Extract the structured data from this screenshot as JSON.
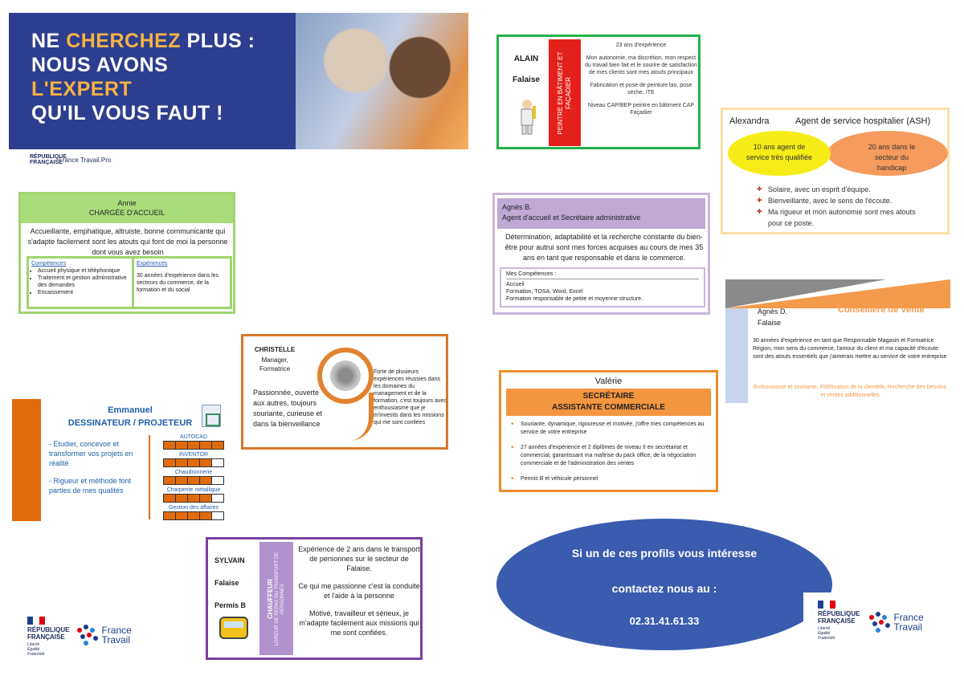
{
  "banner": {
    "line1_a": "NE ",
    "line1_b": "CHERCHEZ",
    "line1_c": " PLUS :",
    "line2": "NOUS AVONS",
    "line3": "L'EXPERT",
    "line4": "QU'IL VOUS FAUT !",
    "gov": "RÉPUBLIQUE FRANÇAISE",
    "logo": "France Travail.Pro"
  },
  "alain": {
    "name": "ALAIN",
    "city": "Falaise",
    "vertical": "PEINTRE EN BÂTIMENT ET FAÇADIER",
    "p1": "23 ans d'expérience",
    "p2": "Mon autonomie, ma discrétion, mon respect du travail bien fait et le sourire de satisfaction de mes clients sont mes atouts principaux",
    "p3": "Fabrication et pose de peinture bio, pose sèche, ITE",
    "p4": "Niveau CAP/BEP peintre en bâtiment CAP Façadier"
  },
  "alexandra": {
    "name": "Alexandra",
    "role": "Agent de service hospitalier (ASH)",
    "bubble1": "10 ans agent de service très qualifiée",
    "bubble2": "20 ans dans le secteur du handicap",
    "items": [
      "Solaire,  avec un esprit d'équipe.",
      "Bienveillante, avec le sens de l'écoute.",
      "Ma rigueur et mon autonomie sont mes atouts pour ce poste."
    ]
  },
  "annie": {
    "name": "Annie",
    "role": "CHARGÉE D'ACCUEIL",
    "desc": "Accueillante, emphatique, altruiste, bonne communicante qui s'adapte facilement sont les atouts qui font de moi la personne dont vous avez besoin",
    "comp_title": "Compétences",
    "comp": [
      "Accueil physique et téléphonique",
      "Traitement et gestion administrative des demandes",
      "Encaissement"
    ],
    "exp_title": "Expériences",
    "exp": "30 années d'expérience dans les secteurs du commerce, de la formation et du social"
  },
  "agnesb": {
    "name": "Agnès B.",
    "role": "Agent d'accueil et Secrétaire administrative",
    "desc": "Détermination, adaptabilité et la recherche constante du bien-être pour autrui sont mes forces acquises au cours de mes 35 ans en tant que responsable et dans le commerce.",
    "comp_title": "Mes Compétences :",
    "comp": [
      "Accueil",
      "Formation, TOSA, Word, Excel",
      "Formation responsable de petite et moyenne structure."
    ]
  },
  "agnesd": {
    "name": "Agnès D.",
    "city": "Falaise",
    "role": "Conseillère de Vente",
    "desc": "30 années d'expérience en tant que Responsable Magasin et Formatrice Région, mon sens du commerce, l'amour du client et ma capacité d'écoute sont des atouts essentiels que j'aimerais mettre au service de votre entreprise",
    "extra": "Enthousiaste et souriante, Fidélisation de la clientèle, Recherche des besoins et ventes additionnelles"
  },
  "christelle": {
    "name": "CHRISTELLE",
    "role1": "Manager,",
    "role2": "Formatrice",
    "traits": "Passionnée, ouverte aux autres, toujours souriante, curieuse et dans la bienveillance",
    "text": "Forte de plusieurs expériences réussies dans les domaines du management et de la formation, c'est toujours avec enthousiasme que je m'investis dans les missions qui me sont confiées"
  },
  "valerie": {
    "name": "Valérie",
    "role1": "SECRÉTAIRE",
    "role2": "ASSISTANTE COMMERCIALE",
    "items": [
      "Souriante, dynamique, rigoureuse et motivée, j'offre mes compétences au service de votre entreprise",
      "27 années d'expérience et 2 diplômes de niveau II en secrétariat et commercial, garantissant ma maîtrise du pack office, de la négociation commerciale et de l'administration des ventes",
      "Permis B et véhicule personnel"
    ]
  },
  "emmanuel": {
    "name": "Emmanuel",
    "role": "DESSINATEUR / PROJETEUR",
    "t1": "- Etudier, concevoir et transformer vos projets en réalité",
    "t2": "- Rigueur et méthode font parties de mes qualités",
    "skills": [
      {
        "label": "AUTOCAD",
        "level": 5
      },
      {
        "label": "INVENTOR",
        "level": 4
      },
      {
        "label": "Chaudronnerie",
        "level": 4
      },
      {
        "label": "Charpente métallique",
        "level": 4
      },
      {
        "label": "Gestion des affaires",
        "level": 4
      }
    ],
    "skill_max": 5
  },
  "sylvain": {
    "name": "SYLVAIN",
    "city": "Falaise",
    "permit": "Permis B",
    "vertical_a": "CHAUFFEUR",
    "vertical_b": "LIVREUR DE REPAS OU TRANSPORT DE PERSONNES",
    "p1": "Expérience de 2 ans dans le transport de personnes sur le secteur de Falaise.",
    "p2": "Ce qui me passionne c'est la conduite et l'aide à la personne",
    "p3": "Motivé, travailleur et sérieux, je m'adapte facilement aux missions qui me sont confiées."
  },
  "contact": {
    "line1": "Si un de ces profils vous intéresse",
    "line2": "contactez nous au :",
    "phone": "02.31.41.61.33"
  },
  "logos": {
    "gov1": "RÉPUBLIQUE",
    "gov2": "FRANÇAISE",
    "motto": "Liberté Égalité Fraternité",
    "ft1": "France",
    "ft2": "Travail"
  }
}
